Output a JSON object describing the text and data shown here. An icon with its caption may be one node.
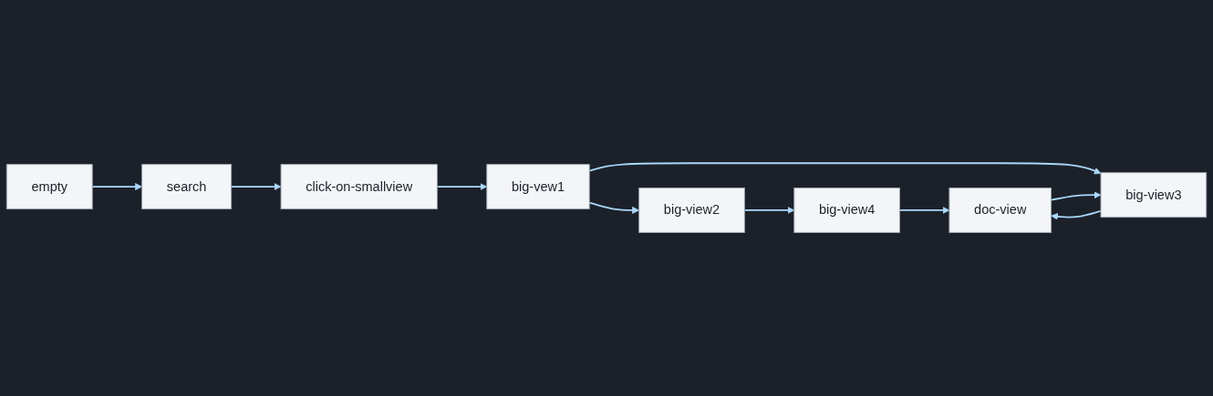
{
  "diagram": {
    "nodes": [
      {
        "text": [
          "empty"
        ]
      },
      {
        "text": [
          "search"
        ]
      },
      {
        "text": [
          "big-view2"
        ]
      },
      {
        "text": [
          "big-view4"
        ]
      },
      {
        "text": [
          "click-on-smallview"
        ]
      },
      {
        "text": [
          "big-vew1"
        ]
      },
      {
        "text": [
          "big-view3"
        ]
      },
      {
        "text": [
          "doc-view"
        ]
      }
    ],
    "edges": [
      {
        "from": 0,
        "to": 1,
        "arrow": "to"
      },
      {
        "from": 1,
        "to": 4,
        "arrow": "to"
      },
      {
        "from": 4,
        "to": 5,
        "arrow": "to"
      },
      {
        "from": 5,
        "to": 2,
        "arrow": "to"
      },
      {
        "from": 5,
        "to": 6,
        "arrow": "to"
      },
      {
        "from": 2,
        "to": 3,
        "arrow": "to"
      },
      {
        "from": 3,
        "to": 7,
        "arrow": "to"
      },
      {
        "from": 6,
        "to": 7,
        "arrow": "to"
      },
      {
        "from": 7,
        "to": 6,
        "arrow": "to"
      }
    ]
  }
}
